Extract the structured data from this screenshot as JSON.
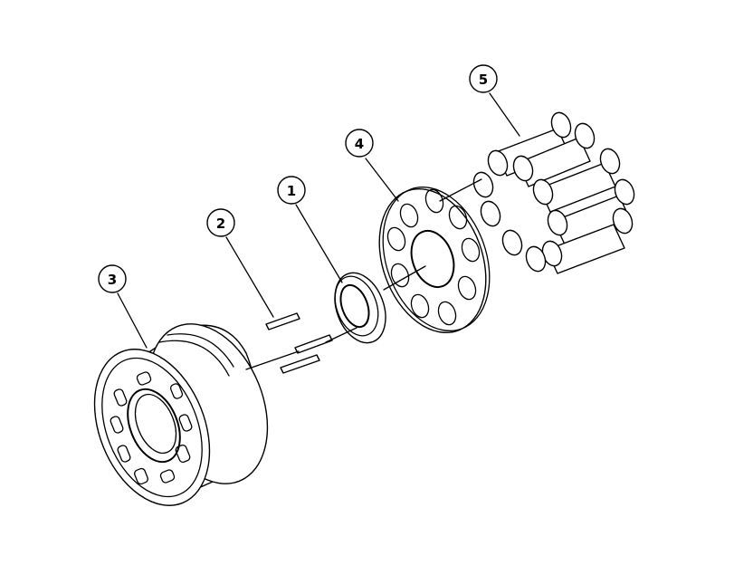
{
  "callouts": [
    {
      "id": "part-1",
      "label": "1"
    },
    {
      "id": "part-2",
      "label": "2"
    },
    {
      "id": "part-3",
      "label": "3"
    },
    {
      "id": "part-4",
      "label": "4"
    },
    {
      "id": "part-5",
      "label": "5"
    }
  ]
}
